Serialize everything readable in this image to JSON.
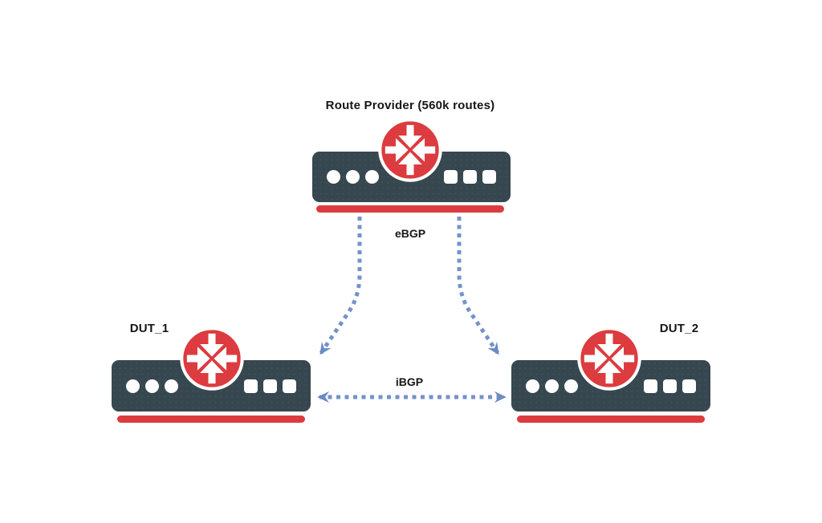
{
  "diagram": {
    "type": "network-topology",
    "nodes": {
      "provider": {
        "label": "Route Provider (560k routes)",
        "kind": "router"
      },
      "dut1": {
        "label": "DUT_1",
        "kind": "router"
      },
      "dut2": {
        "label": "DUT_2",
        "kind": "router"
      }
    },
    "links": {
      "ebgp": {
        "label": "eBGP",
        "from": "Route Provider (560k routes)",
        "to": [
          "DUT_1",
          "DUT_2"
        ],
        "style": "dotted-arrow"
      },
      "ibgp": {
        "label": "iBGP",
        "from": "DUT_1",
        "to": "DUT_2",
        "style": "dotted-double-arrow"
      }
    },
    "icons": {
      "router_badge": "inward-arrows-router-icon",
      "left_leds": "three-circle-leds",
      "right_leds": "three-square-leds"
    }
  },
  "colors": {
    "background": "#FFFFFF",
    "chassis": "#37474F",
    "accent_red": "#DC3B3F",
    "connector_blue": "#7492CC",
    "arrow_blue": "#6B8BC3",
    "led_white": "#FFFFFF",
    "label_text": "#161616"
  }
}
